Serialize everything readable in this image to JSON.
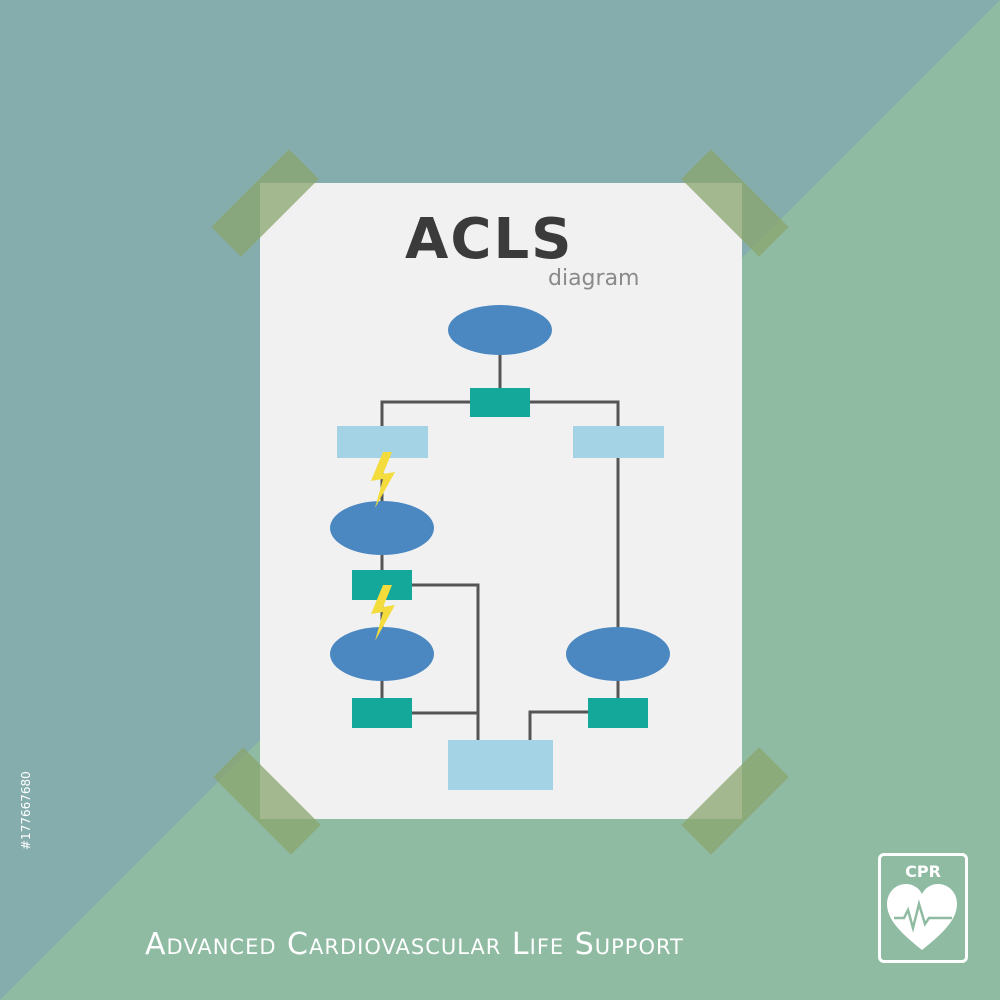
{
  "title": "ACLS",
  "subtitle": "diagram",
  "footer_text": "Advanced Cardiovascular Life Support",
  "badge_label": "CPR",
  "stock_id": "#177667680",
  "icons": [
    "lightning-bolt-icon",
    "heart-icon",
    "heartbeat-line-icon",
    "tape-icon"
  ],
  "colors": {
    "background_left": "#86adad",
    "background_right": "#8fbba3",
    "paper": "#f1f1f1",
    "ellipse": "#4b88c2",
    "decision_box": "#14a89a",
    "action_box": "#a3d3e5",
    "connector": "#555555",
    "lightning": "#f3dc3c",
    "tape": "#8aa66e"
  }
}
